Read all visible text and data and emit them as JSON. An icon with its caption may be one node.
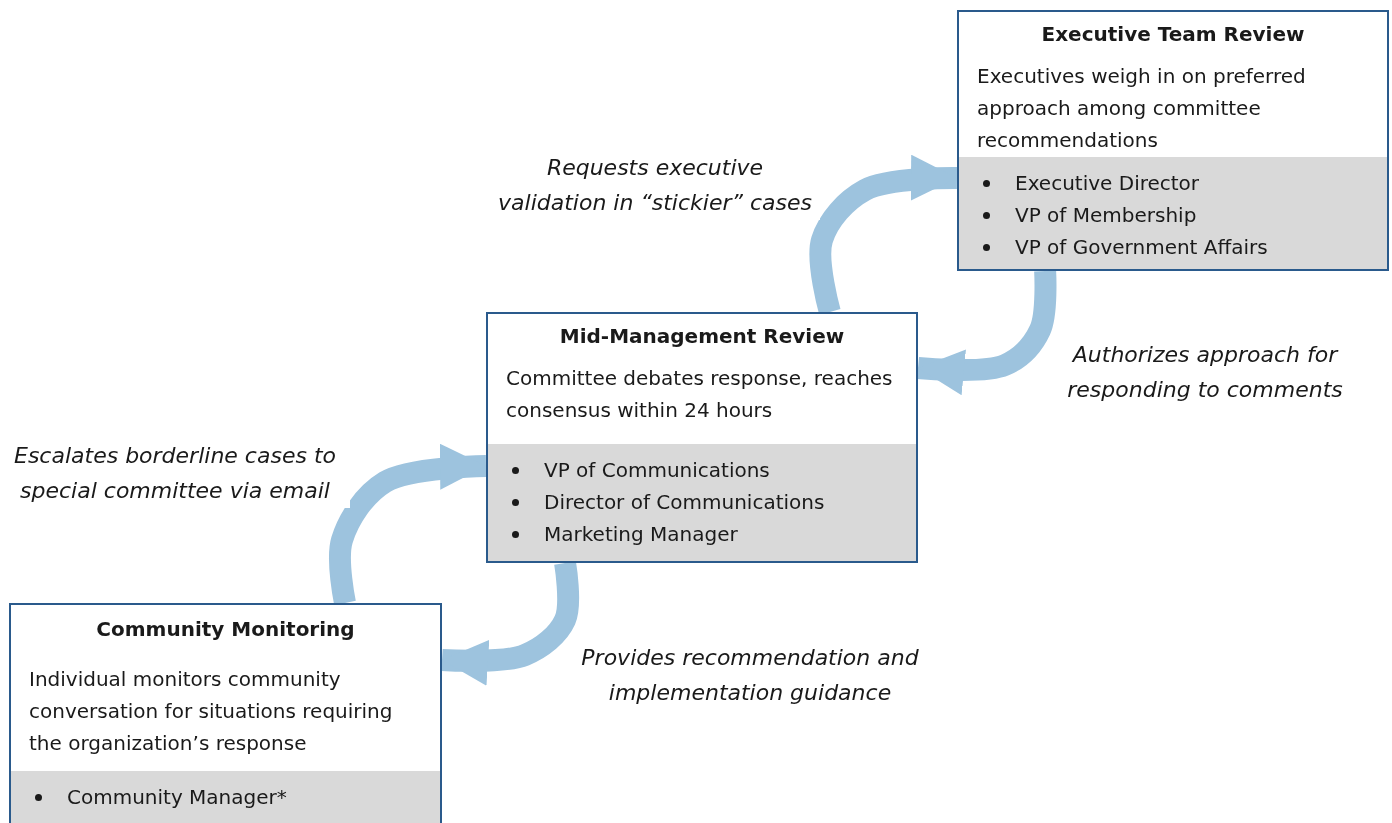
{
  "diagram": {
    "nodes": [
      {
        "text": [
          "Executive Team Review",
          "Executives weigh in on preferred approach among committee recommendations"
        ]
      },
      {
        "text": [
          "Executive Director",
          "VP of Membership",
          "VP of Government Affairs"
        ],
        "in": 0
      },
      {
        "text": [
          "Mid-Management Review",
          "Committee debates response, reaches consensus within 24 hours"
        ]
      },
      {
        "text": [
          "VP of Communications",
          "Director of Communications",
          "Marketing Manager"
        ],
        "in": 2
      },
      {
        "text": [
          "Community Monitoring",
          "Individual monitors community conversation for situations requiring the organization’s response"
        ]
      },
      {
        "text": [
          "Community Manager*"
        ],
        "in": 4
      }
    ],
    "edges": [
      {
        "from": 4,
        "to": 2,
        "arrow": "to",
        "label": "Escalates borderline cases to special committee via email"
      },
      {
        "from": 2,
        "to": 4,
        "arrow": "to",
        "label": "Provides recommendation and implementation guidance"
      },
      {
        "from": 2,
        "to": 0,
        "arrow": "to",
        "label": "Requests executive validation in “stickier” cases"
      },
      {
        "from": 0,
        "to": 2,
        "arrow": "to",
        "label": "Authorizes approach for responding to comments"
      }
    ]
  }
}
